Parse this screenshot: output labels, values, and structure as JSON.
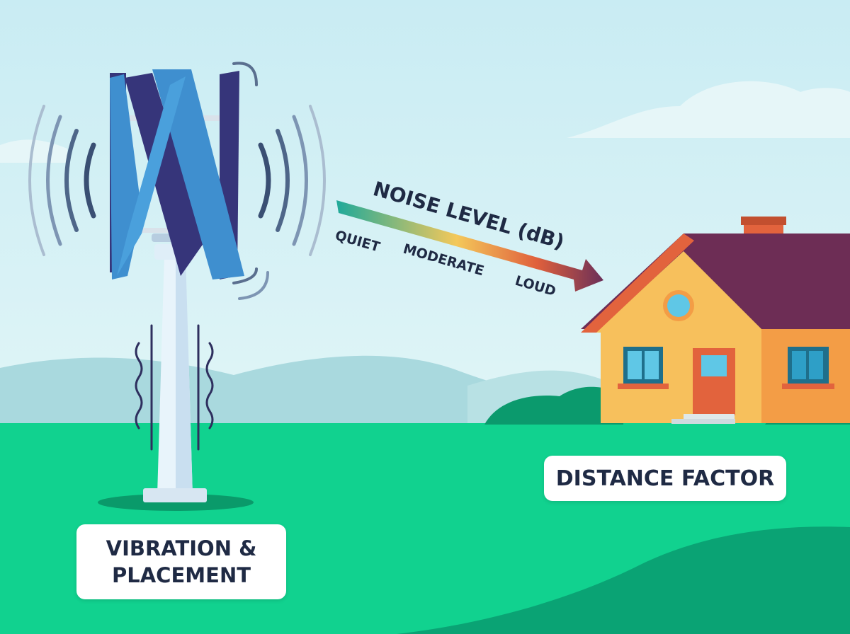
{
  "noise_meter": {
    "title": "NOISE LEVEL (dB)",
    "scale_labels": [
      "QUIET",
      "MODERATE",
      "LOUD"
    ],
    "gradient_colors": [
      "#1fa99a",
      "#f4c85a",
      "#e0603c",
      "#6a2f58"
    ]
  },
  "labels": {
    "vibration_line1": "VIBRATION &",
    "vibration_line2": "PLACEMENT",
    "distance": "DISTANCE FACTOR"
  },
  "colors": {
    "sky": "#cdeef5",
    "grass": "#11d28f",
    "hills": "#a9d9de",
    "house_wall": "#f7c05c",
    "house_roof": "#6d2d55",
    "turbine_blade": "#3f8fcf",
    "turbine_blade_dark": "#36357a"
  },
  "icons": [
    "vertical-wind-turbine-icon",
    "sound-wave-icon",
    "vibration-wave-icon",
    "house-icon",
    "arrow-icon"
  ]
}
